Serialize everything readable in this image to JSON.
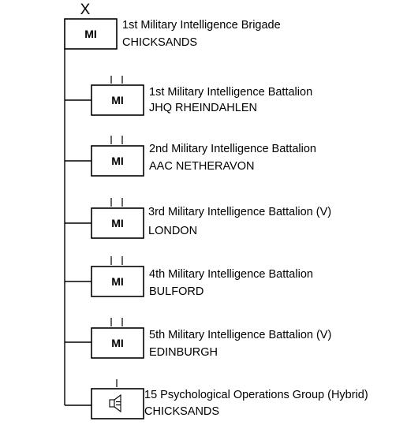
{
  "hq": {
    "echelon_mark": "X",
    "symbol": "MI",
    "name": "1st Military Intelligence Brigade",
    "location": "CHICKSANDS"
  },
  "units": [
    {
      "symbol": "MI",
      "echelon": "battalion",
      "name": "1st Military Intelligence Battalion",
      "location": "JHQ RHEINDAHLEN"
    },
    {
      "symbol": "MI",
      "echelon": "battalion",
      "name": "2nd Military Intelligence Battalion",
      "location": "AAC NETHERAVON"
    },
    {
      "symbol": "MI",
      "echelon": "battalion",
      "name": "3rd Military Intelligence Battalion (V)",
      "location": "LONDON"
    },
    {
      "symbol": "MI",
      "echelon": "battalion",
      "name": "4th Military Intelligence Battalion",
      "location": "BULFORD"
    },
    {
      "symbol": "MI",
      "echelon": "battalion",
      "name": "5th Military Intelligence Battalion (V)",
      "location": "EDINBURGH"
    },
    {
      "symbol": "speaker-icon",
      "echelon": "company",
      "name": "15 Psychological Operations Group (Hybrid)",
      "location": "CHICKSANDS"
    }
  ],
  "colors": {
    "line": "#000000",
    "box_fill": "#ffffff"
  }
}
